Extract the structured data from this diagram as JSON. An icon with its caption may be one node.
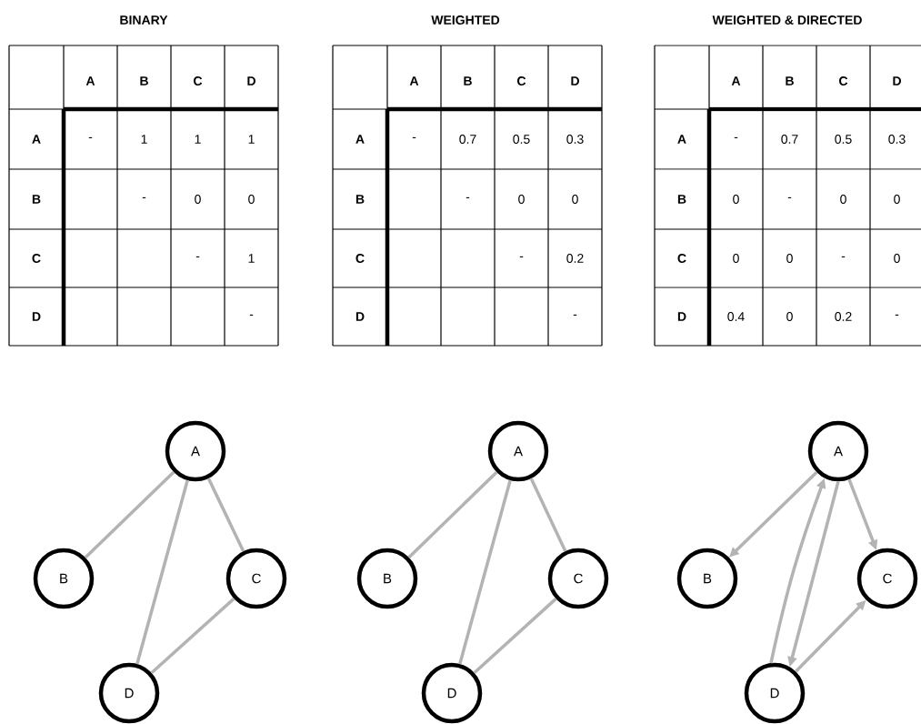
{
  "diagram": {
    "nodes": [
      {
        "text": [
          "A"
        ]
      },
      {
        "text": [
          "B"
        ]
      },
      {
        "text": [
          "C"
        ]
      },
      {
        "text": [
          "D"
        ]
      },
      {
        "text": [
          "A"
        ]
      },
      {
        "text": [
          "B"
        ]
      },
      {
        "text": [
          "C"
        ]
      },
      {
        "text": [
          "D"
        ]
      },
      {
        "text": [
          "A"
        ]
      },
      {
        "text": [
          "B"
        ]
      },
      {
        "text": [
          "C"
        ]
      },
      {
        "text": [
          "D"
        ]
      }
    ],
    "edges": [
      {
        "from": 0,
        "to": 1,
        "arrow": "none"
      },
      {
        "from": 0,
        "to": 3,
        "arrow": "none"
      },
      {
        "from": 0,
        "to": 2,
        "arrow": "none"
      },
      {
        "from": 2,
        "to": 3,
        "arrow": "none"
      },
      {
        "from": 4,
        "to": 5,
        "arrow": "none"
      },
      {
        "from": 4,
        "to": 7,
        "arrow": "none"
      },
      {
        "from": 4,
        "to": 6,
        "arrow": "none"
      },
      {
        "from": 6,
        "to": 7,
        "arrow": "none"
      },
      {
        "from": 8,
        "to": 9,
        "arrow": "to"
      },
      {
        "from": 11,
        "to": 8,
        "arrow": "to"
      },
      {
        "from": 8,
        "to": 11,
        "arrow": "to"
      },
      {
        "from": 8,
        "to": 10,
        "arrow": "to"
      },
      {
        "from": 11,
        "to": 10,
        "arrow": "to"
      }
    ],
    "labels": [
      "BINARY",
      "WEIGHTED",
      "WEIGHTED & DIRECTED",
      "A",
      "B",
      "C",
      "D",
      "A",
      "-",
      "1",
      "1",
      "1",
      "B",
      "-",
      "0",
      "0",
      "C",
      "-",
      "1",
      "D",
      "-",
      "A",
      "B",
      "C",
      "D",
      "A",
      "-",
      "0.7",
      "0.5",
      "0.3",
      "B",
      "-",
      "0",
      "0",
      "C",
      "-",
      "0.2",
      "D",
      "-",
      "A",
      "B",
      "C",
      "D",
      "A",
      "-",
      "0.7",
      "0.5",
      "0.3",
      "B",
      "0",
      "-",
      "0",
      "0",
      "C",
      "0",
      "0",
      "-",
      "0",
      "D",
      "0.4",
      "0",
      "0.2",
      "-"
    ]
  }
}
